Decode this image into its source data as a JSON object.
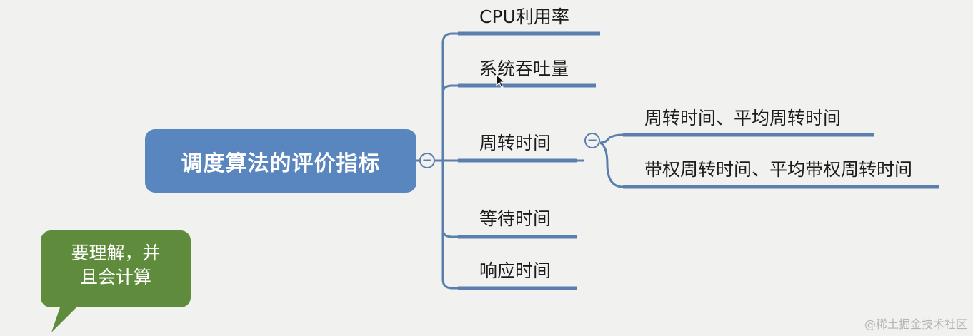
{
  "root": {
    "label": "调度算法的评价指标"
  },
  "branches": [
    {
      "label": "CPU利用率"
    },
    {
      "label": "系统吞吐量"
    },
    {
      "label": "周转时间"
    },
    {
      "label": "等待时间"
    },
    {
      "label": "响应时间"
    }
  ],
  "sub_branches": [
    {
      "label": "周转时间、平均周转时间"
    },
    {
      "label": "带权周转时间、平均带权周转时间"
    }
  ],
  "callout": {
    "line1": "要理解，并",
    "line2": "且会计算"
  },
  "toggle_symbol": "−",
  "watermark": "@稀土掘金技术社区",
  "colors": {
    "connector": "#5a7fae",
    "root": "#5a86c0",
    "callout": "#5f8c3c"
  }
}
